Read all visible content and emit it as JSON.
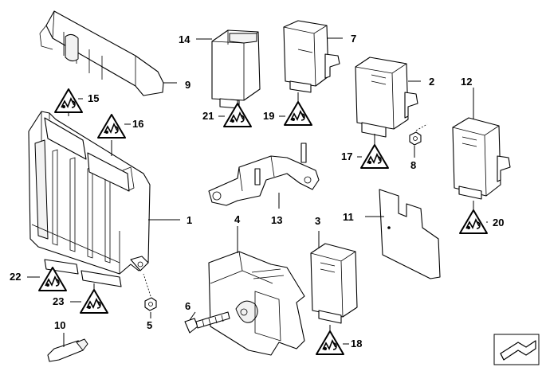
{
  "callouts": [
    {
      "id": "c1",
      "label": "1"
    },
    {
      "id": "c2",
      "label": "2"
    },
    {
      "id": "c3",
      "label": "3"
    },
    {
      "id": "c4",
      "label": "4"
    },
    {
      "id": "c5",
      "label": "5"
    },
    {
      "id": "c6",
      "label": "6"
    },
    {
      "id": "c7",
      "label": "7"
    },
    {
      "id": "c8",
      "label": "8"
    },
    {
      "id": "c9",
      "label": "9"
    },
    {
      "id": "c10",
      "label": "10"
    },
    {
      "id": "c11",
      "label": "11"
    },
    {
      "id": "c12",
      "label": "12"
    },
    {
      "id": "c13",
      "label": "13"
    },
    {
      "id": "c14",
      "label": "14"
    },
    {
      "id": "c15",
      "label": "15"
    },
    {
      "id": "c16",
      "label": "16"
    },
    {
      "id": "c17",
      "label": "17"
    },
    {
      "id": "c18",
      "label": "18"
    },
    {
      "id": "c19",
      "label": "19"
    },
    {
      "id": "c20",
      "label": "20"
    },
    {
      "id": "c21",
      "label": "21"
    },
    {
      "id": "c22",
      "label": "22"
    },
    {
      "id": "c23",
      "label": "23"
    }
  ],
  "warning_icon": "esd-warning-triangle-icon",
  "corner_icon": "view-direction-arrow-icon",
  "colors": {
    "line": "#000000",
    "background": "#ffffff",
    "shade": "#f2f2f2"
  }
}
